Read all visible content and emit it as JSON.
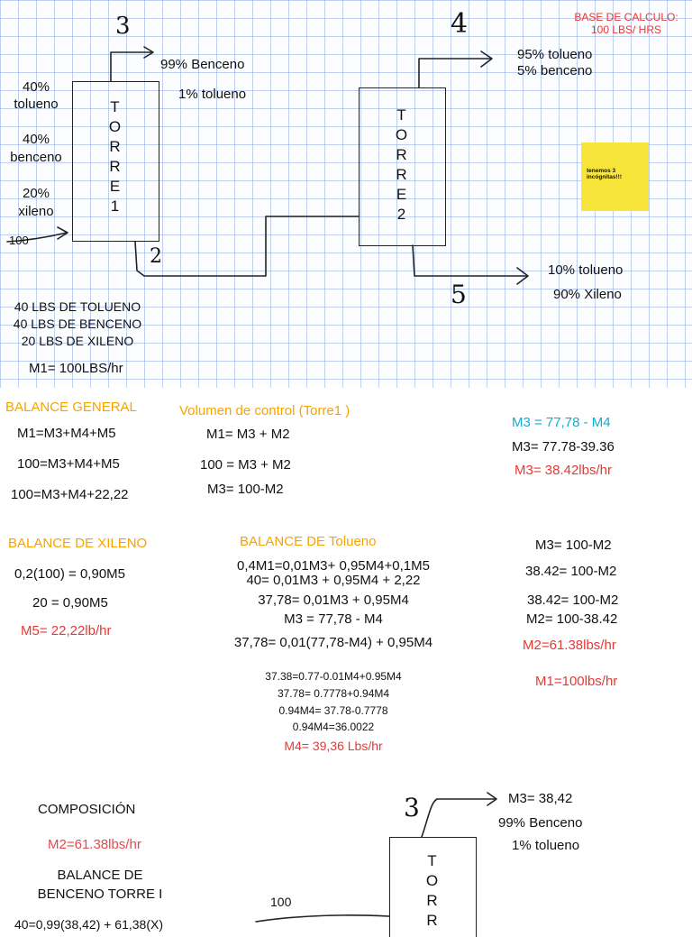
{
  "diagram": {
    "base_calc": [
      "BASE DE CALCULO:",
      "100 LBS/ HRS"
    ],
    "stream3_num": "3",
    "stream4_num": "4",
    "stream5_num": "5",
    "stream2_num": "2",
    "feed_num": "100",
    "tower1_letters": [
      "T",
      "O",
      "R",
      "R",
      "E",
      "1"
    ],
    "tower2_letters": [
      "T",
      "O",
      "R",
      "R",
      "E",
      "2"
    ],
    "feed": [
      "40%",
      "tolueno",
      "40%",
      "benceno",
      "20%",
      "xileno"
    ],
    "top1": [
      "99% Benceno",
      "1% tolueno"
    ],
    "top2": [
      "95% tolueno",
      "5% benceno"
    ],
    "bottom2": [
      "10% tolueno",
      "90% Xileno"
    ],
    "sticky_note": "tenemos 3 incógnitas!!!",
    "feed_lbs": [
      "40 LBS DE TOLUENO",
      "40 LBS DE BENCENO",
      "20 LBS DE XILENO"
    ],
    "m1_label": "M1= 100LBS/hr"
  },
  "balance_general": {
    "title": "BALANCE GENERAL",
    "lines": [
      "M1=M3+M4+M5",
      "100=M3+M4+M5",
      "100=M3+M4+22,22"
    ]
  },
  "control_volume": {
    "title": "Volumen de control (Torre1 )",
    "lines": [
      "M1= M3 + M2",
      "100 = M3 + M2",
      "M3= 100-M2"
    ]
  },
  "m3_calc": {
    "line1": "M3 = 77,78 - M4",
    "line2": "M3= 77.78-39.36",
    "line3": "M3= 38.42lbs/hr"
  },
  "balance_xileno": {
    "title": "BALANCE DE XILENO",
    "lines": [
      "0,2(100) = 0,90M5",
      "20 = 0,90M5"
    ],
    "result": "M5= 22,22lb/hr"
  },
  "balance_tolueno": {
    "title": "BALANCE DE Tolueno",
    "lines": [
      "0,4M1=0,01M3+ 0,95M4+0,1M5",
      "40= 0,01M3 + 0,95M4 + 2,22",
      "37,78= 0,01M3 + 0,95M4",
      "M3 = 77,78 - M4",
      "37,78= 0,01(77,78-M4) + 0,95M4"
    ],
    "small_lines": [
      "37.38=0.77-0.01M4+0.95M4",
      "37.78= 0.7778+0.94M4",
      "0.94M4= 37.78-0.7778",
      "0.94M4=36.0022"
    ],
    "result": "M4= 39,36 Lbs/hr"
  },
  "m2_calc": {
    "lines": [
      "M3= 100-M2",
      "38.42= 100-M2",
      "38.42= 100-M2",
      "M2= 100-38.42"
    ],
    "result": "M2=61.38lbs/hr",
    "m1": "M1=100lbs/hr"
  },
  "composicion": {
    "title": "COMPOSICIÓN",
    "m2": "M2=61.38lbs/hr",
    "balance_title": [
      "BALANCE DE",
      "BENCENO TORRE I"
    ],
    "partial_eq": "40=0,99(38,42) + 61,38(X)",
    "feed_num": "100",
    "stream3_num": "3",
    "m3": "M3= 38,42",
    "benceno": "99% Benceno",
    "tolueno": "1% tolueno",
    "tower_letters": [
      "T",
      "O",
      "R",
      "R"
    ]
  }
}
